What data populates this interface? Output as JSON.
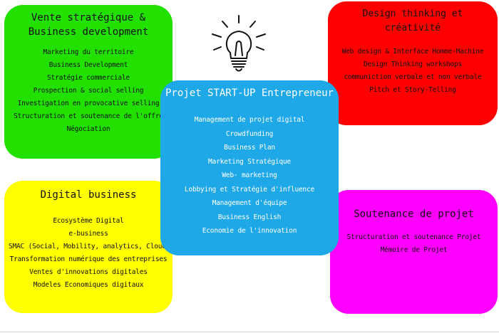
{
  "boxes": {
    "vente": {
      "title": "Vente stratégique & Business development",
      "color": "#22e000",
      "items": [
        "Marketing du territoire",
        "Business Development",
        "Stratégie commerciale",
        "Prospection & social selling",
        "Investigation en provocative selling",
        "Structuration et soutenance de l'offre",
        "Négociation"
      ]
    },
    "design": {
      "title": "Design thinking et créativité",
      "color": "#ff0000",
      "items": [
        "Web design & Interface Homme-Machine",
        "Design Thinking workshops",
        "communiction verbale et non verbale",
        "Pitch et Story-Telling"
      ]
    },
    "projet": {
      "title": "Projet START-UP Entrepreneur",
      "color": "#1fa8e8",
      "items": [
        "Management de projet digital",
        "Crowdfunding",
        "Business Plan",
        "Marketing Stratégique",
        "Web- marketing",
        "Lobbying et Stratégie d'influence",
        "Management d'équipe",
        "Business English",
        "Economie de l'innovation"
      ]
    },
    "digital": {
      "title": "Digital business",
      "color": "#ffff00",
      "items": [
        "Ecosystème Digital",
        "e-business",
        "SMAC (Social, Mobility, analytics, Cloud)",
        "Transformation numérique des entreprises",
        "Ventes d'innovations digitales",
        "Modeles Economiques digitaux"
      ]
    },
    "soutenance": {
      "title": "Soutenance de projet",
      "color": "#ff00ff",
      "items": [
        "Structuration et soutenance Projet",
        "Mémoire de Projet"
      ]
    }
  },
  "icons": {
    "idea": "lightbulb-icon"
  }
}
